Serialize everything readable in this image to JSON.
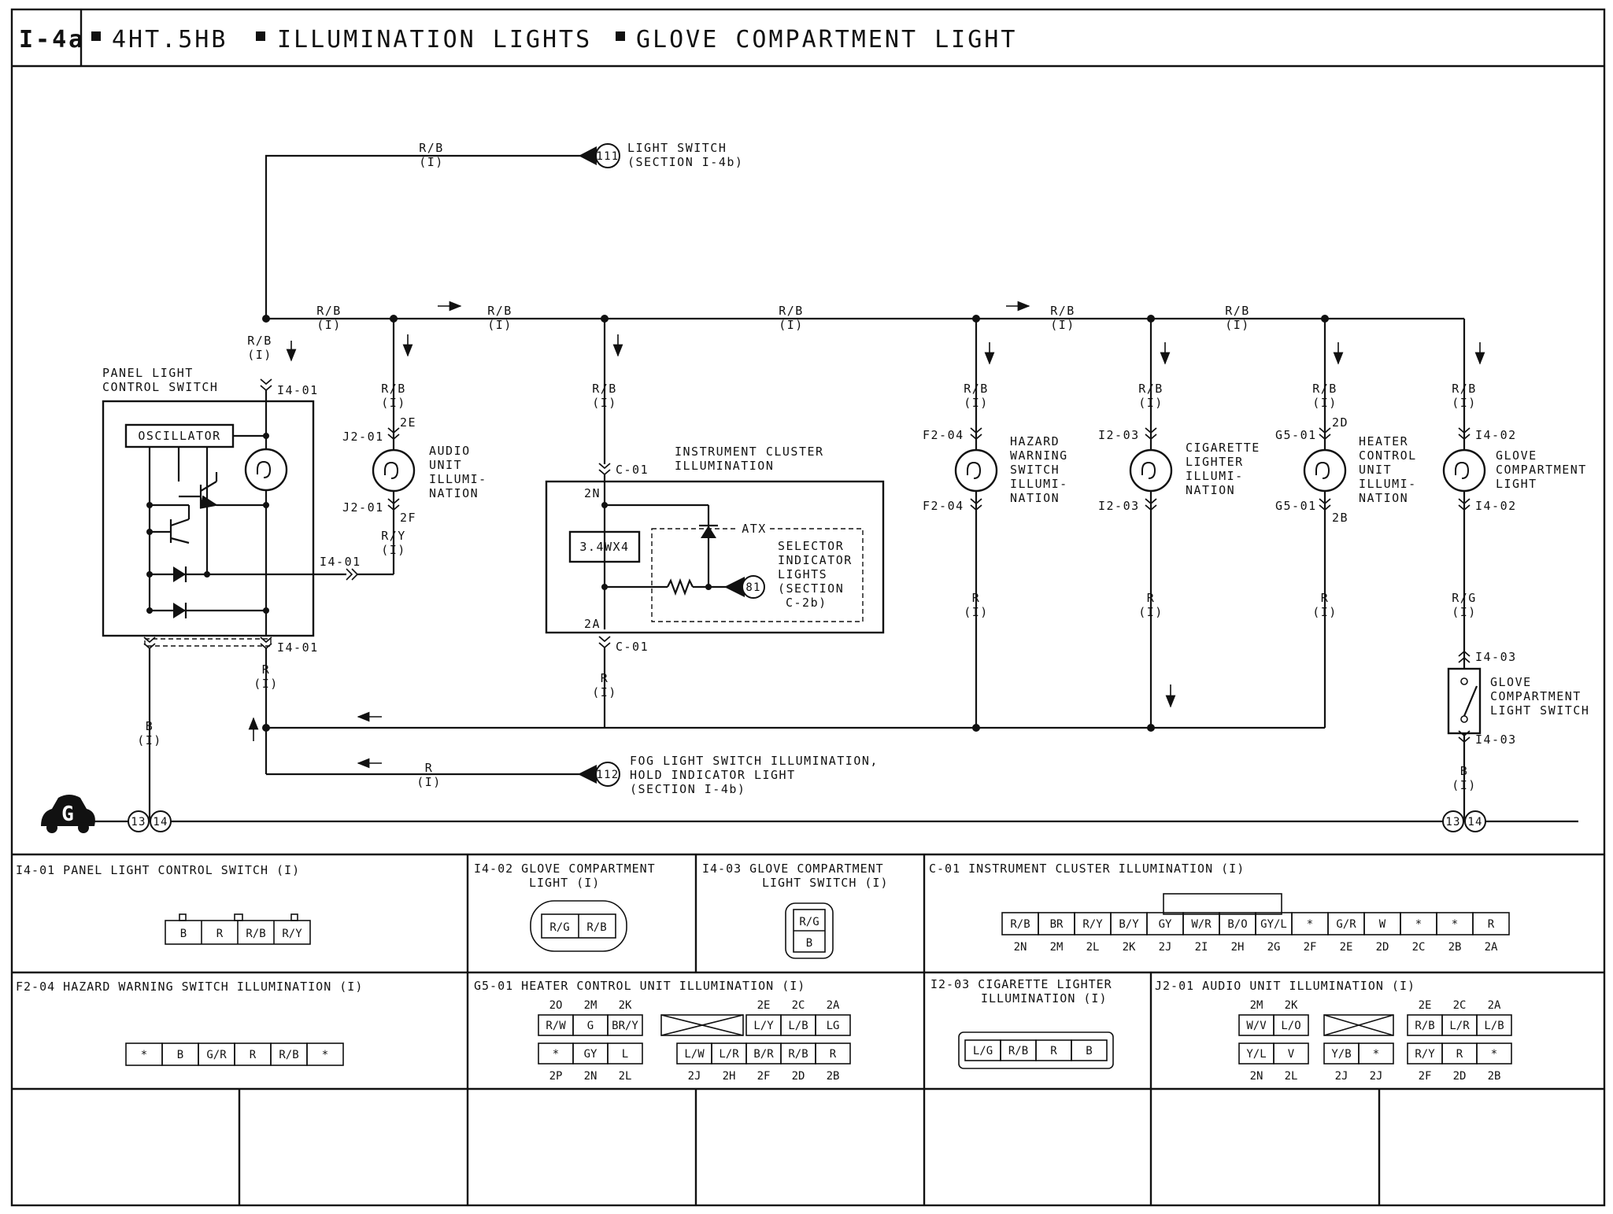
{
  "header": {
    "code": "I-4a",
    "title1": "4HT.5HB",
    "title2": "ILLUMINATION LIGHTS",
    "title3": "GLOVE COMPARTMENT LIGHT"
  },
  "wires": {
    "rb": "R/B",
    "r": "R",
    "ry": "R/Y",
    "rg": "R/G",
    "b": "B",
    "i": "(I)"
  },
  "sources": {
    "s111": {
      "num": "111",
      "line1": "LIGHT SWITCH",
      "line2": "(SECTION I-4b)"
    },
    "s112": {
      "num": "112",
      "line1": "FOG LIGHT SWITCH ILLUMINATION,",
      "line2": "HOLD INDICATOR LIGHT",
      "line3": "(SECTION I-4b)"
    },
    "s81": {
      "num": "81"
    }
  },
  "panel": {
    "line1": "PANEL LIGHT",
    "line2": "CONTROL SWITCH",
    "osc": "OSCILLATOR"
  },
  "audio": {
    "l1": "AUDIO",
    "l2": "UNIT",
    "l3": "ILLUMI-",
    "l4": "NATION"
  },
  "cluster": {
    "l1": "INSTRUMENT CLUSTER",
    "l2": "ILLUMINATION",
    "bulb": "3.4WX4",
    "atx": "ATX"
  },
  "selector": {
    "l1": "SELECTOR",
    "l2": "INDICATOR",
    "l3": "LIGHTS",
    "l4": "(SECTION",
    "l5": "C-2b)"
  },
  "hazard": {
    "l1": "HAZARD",
    "l2": "WARNING",
    "l3": "SWITCH",
    "l4": "ILLUMI-",
    "l5": "NATION"
  },
  "cig": {
    "l1": "CIGARETTE",
    "l2": "LIGHTER",
    "l3": "ILLUMI-",
    "l4": "NATION"
  },
  "heater": {
    "l1": "HEATER",
    "l2": "CONTROL",
    "l3": "UNIT",
    "l4": "ILLUMI-",
    "l5": "NATION"
  },
  "glove": {
    "l1": "GLOVE",
    "l2": "COMPARTMENT",
    "l3": "LIGHT"
  },
  "gsw": {
    "l1": "GLOVE",
    "l2": "COMPARTMENT",
    "l3": "LIGHT SWITCH"
  },
  "connectors": {
    "i401": "I4-01",
    "j201": "J2-01",
    "c01": "C-01",
    "f204": "F2-04",
    "i203": "I2-03",
    "g501": "G5-01",
    "i402": "I4-02",
    "i403": "I4-03"
  },
  "pins": {
    "p2e": "2E",
    "p2f": "2F",
    "p2n": "2N",
    "p2a": "2A",
    "p2d": "2D",
    "p2b": "2B"
  },
  "ground": {
    "g": "G",
    "n13": "13",
    "n14": "14"
  },
  "tables": {
    "i401": {
      "title": "I4-01  PANEL LIGHT CONTROL SWITCH  (I)",
      "cells": [
        "B",
        "R",
        "R/B",
        "R/Y"
      ]
    },
    "i402": {
      "title1": "I4-02  GLOVE COMPARTMENT",
      "title2": "LIGHT (I)",
      "cells": [
        "R/G",
        "R/B"
      ]
    },
    "i403": {
      "title1": "I4-03  GLOVE COMPARTMENT",
      "title2": "LIGHT SWITCH (I)",
      "cells": [
        "R/G",
        "B"
      ]
    },
    "c01": {
      "title": "C-01   INSTRUMENT CLUSTER ILLUMINATION (I)",
      "cells": [
        "R/B",
        "BR",
        "R/Y",
        "B/Y",
        "GY",
        "W/R",
        "B/O",
        "GY/L",
        "*",
        "G/R",
        "W",
        "*",
        "*",
        "R"
      ],
      "pins": [
        "2N",
        "2M",
        "2L",
        "2K",
        "2J",
        "2I",
        "2H",
        "2G",
        "2F",
        "2E",
        "2D",
        "2C",
        "2B",
        "2A"
      ]
    },
    "f204": {
      "title": "F2-04  HAZARD WARNING SWITCH ILLUMINATION (I)",
      "cells": [
        "*",
        "B",
        "G/R",
        "R",
        "R/B",
        "*"
      ]
    },
    "g501": {
      "title": "G5-01  HEATER CONTROL UNIT ILLUMINATION (I)",
      "top_pins": [
        "2O",
        "2M",
        "2K",
        "2E",
        "2C",
        "2A"
      ],
      "row1": [
        "R/W",
        "G",
        "BR/Y",
        "L/Y",
        "L/B",
        "LG"
      ],
      "row2": [
        "*",
        "GY",
        "L",
        "L/W",
        "L/R",
        "B/R",
        "R/B",
        "R"
      ],
      "bot_pins": [
        "2P",
        "2N",
        "2L",
        "2J",
        "2H",
        "2F",
        "2D",
        "2B"
      ]
    },
    "i203": {
      "title1": "I2-03 CIGARETTE LIGHTER",
      "title2": "ILLUMINATION  (I)",
      "cells": [
        "L/G",
        "R/B",
        "R",
        "B"
      ]
    },
    "j201": {
      "title": "J2-01  AUDIO UNIT ILLUMINATION  (I)",
      "top_pins": [
        "2M",
        "2K",
        "2E",
        "2C",
        "2A"
      ],
      "row1": [
        "W/V",
        "L/O",
        "R/B",
        "L/R",
        "L/B"
      ],
      "row2": [
        "Y/L",
        "V",
        "Y/B",
        "*",
        "R/Y",
        "R",
        "*"
      ],
      "bot_pins": [
        "2N",
        "2L",
        "2J",
        "2J",
        "2F",
        "2D",
        "2B"
      ]
    }
  }
}
